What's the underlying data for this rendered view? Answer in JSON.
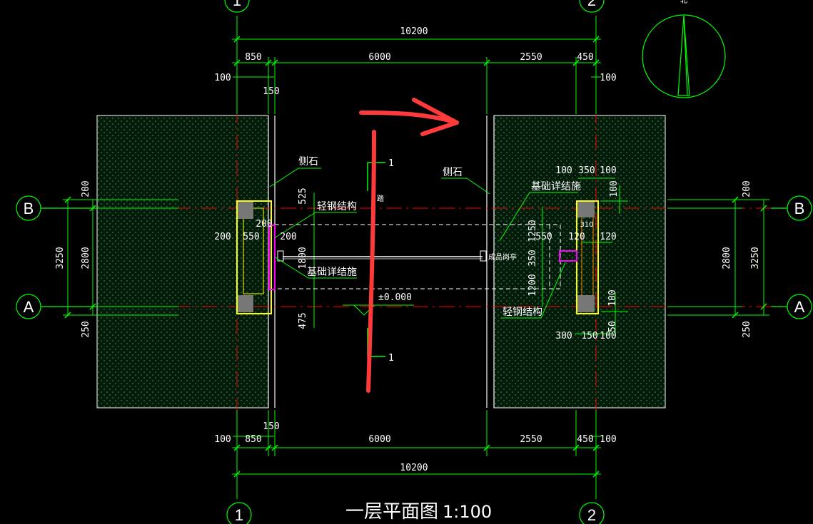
{
  "drawing": {
    "title": "一层平面图",
    "scale": "1:100",
    "north_label": "北"
  },
  "axes": {
    "col_1": "1",
    "col_2": "2",
    "row_A": "A",
    "row_B": "B"
  },
  "dims": {
    "overall": "10200",
    "seg_850": "850",
    "seg_6000": "6000",
    "seg_2550": "2550",
    "seg_450": "450",
    "d100": "100",
    "d150": "150",
    "d200": "200",
    "d250": "250",
    "d2800": "2800",
    "d3250": "3250",
    "d525": "525",
    "d550": "550",
    "d1800": "1800",
    "d475": "475",
    "d350": "350",
    "d1250": "1250",
    "d1200": "1200",
    "d120": "120",
    "d300": "300",
    "d50": "50",
    "d310": "310"
  },
  "labels": {
    "curb": "侧石",
    "light_steel": "轻钢结构",
    "foundation": "基础详结施",
    "elevation": "±0.000",
    "section": "1",
    "gate": "成品岗亭",
    "small_note": "踏"
  },
  "colors": {
    "grid_green": "#00ff00",
    "axis_red": "#ff0000",
    "column_yellow": "#ffff00",
    "accent_magenta": "#ff00ff",
    "arrow_red": "#ff3030",
    "paving_fill": "#0a2a12"
  }
}
